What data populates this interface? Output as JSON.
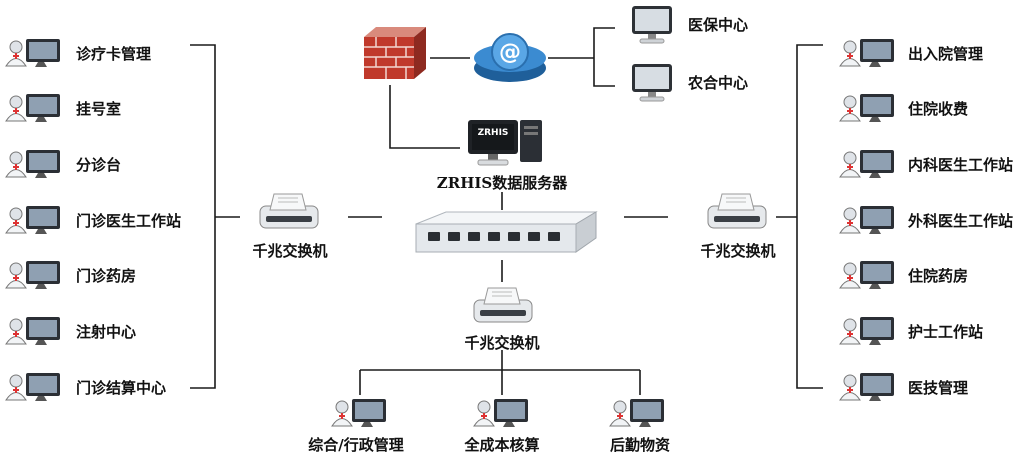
{
  "left_terminals": [
    "诊疗卡管理",
    "挂号室",
    "分诊台",
    "门诊医生工作站",
    "门诊药房",
    "注射中心",
    "门诊结算中心"
  ],
  "right_terminals": [
    "出入院管理",
    "住院收费",
    "内科医生工作站",
    "外科医生工作站",
    "住院药房",
    "护士工作站",
    "医技管理"
  ],
  "bottom_terminals": [
    "综合/行政管理",
    "全成本核算",
    "后勤物资"
  ],
  "top_right_centers": [
    "医保中心",
    "农合中心"
  ],
  "server": {
    "label": "ZRHIS数据服务器",
    "badge": "ZRHIS"
  },
  "switches": {
    "left": "千兆交换机",
    "right": "千兆交换机",
    "bottom": "千兆交换机"
  },
  "colors": {
    "line": "#1a1a1a",
    "globe": "#2f7fc4",
    "brick": "#c0392b",
    "switch_body": "#e8ebee"
  }
}
